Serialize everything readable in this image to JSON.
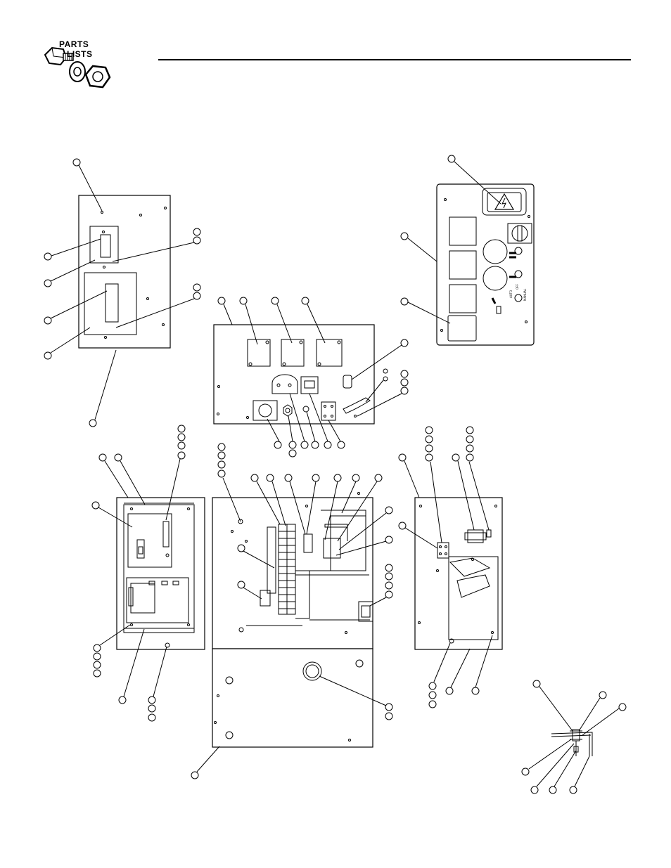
{
  "header": {
    "logo_line1": "PARTS",
    "logo_line2": "LISTS",
    "logo_icon": "nut-bolt-washer-icon"
  },
  "control_panel": {
    "switch_labels": [
      "AUTO",
      "OFF",
      "MANUAL"
    ],
    "warning_icon": "electrical-hazard-icon"
  },
  "colors": {
    "line": "#000000",
    "background": "#ffffff"
  }
}
